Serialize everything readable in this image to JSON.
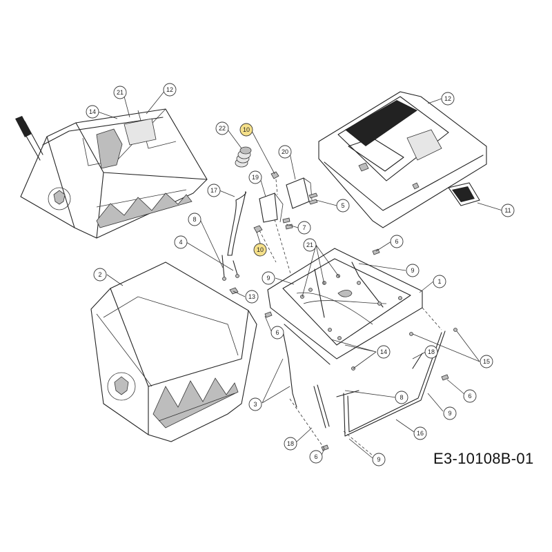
{
  "drawing_code": "E3-10108B-01",
  "highlight_color": "#f5e08a",
  "callouts": [
    {
      "id": "c-21-a",
      "label": "21"
    },
    {
      "id": "c-12-a",
      "label": "12"
    },
    {
      "id": "c-14-a",
      "label": "14"
    },
    {
      "id": "c-22",
      "label": "22"
    },
    {
      "id": "c-10-a",
      "label": "10",
      "highlight": true
    },
    {
      "id": "c-20",
      "label": "20"
    },
    {
      "id": "c-12-b",
      "label": "12"
    },
    {
      "id": "c-19",
      "label": "19"
    },
    {
      "id": "c-17",
      "label": "17"
    },
    {
      "id": "c-5",
      "label": "5"
    },
    {
      "id": "c-11",
      "label": "11"
    },
    {
      "id": "c-8-a",
      "label": "8"
    },
    {
      "id": "c-7",
      "label": "7"
    },
    {
      "id": "c-4",
      "label": "4"
    },
    {
      "id": "c-10-b",
      "label": "10",
      "highlight": true
    },
    {
      "id": "c-21-b",
      "label": "21"
    },
    {
      "id": "c-6-a",
      "label": "6"
    },
    {
      "id": "c-2",
      "label": "2"
    },
    {
      "id": "c-9-a",
      "label": "9"
    },
    {
      "id": "c-9-b",
      "label": "9"
    },
    {
      "id": "c-1",
      "label": "1"
    },
    {
      "id": "c-13",
      "label": "13"
    },
    {
      "id": "c-6-b",
      "label": "6"
    },
    {
      "id": "c-14-b",
      "label": "14"
    },
    {
      "id": "c-18-a",
      "label": "18"
    },
    {
      "id": "c-15",
      "label": "15"
    },
    {
      "id": "c-3",
      "label": "3"
    },
    {
      "id": "c-8-b",
      "label": "8"
    },
    {
      "id": "c-6-c",
      "label": "6"
    },
    {
      "id": "c-9-c",
      "label": "9"
    },
    {
      "id": "c-16",
      "label": "16"
    },
    {
      "id": "c-18-b",
      "label": "18"
    },
    {
      "id": "c-6-d",
      "label": "6"
    },
    {
      "id": "c-9-d",
      "label": "9"
    }
  ]
}
